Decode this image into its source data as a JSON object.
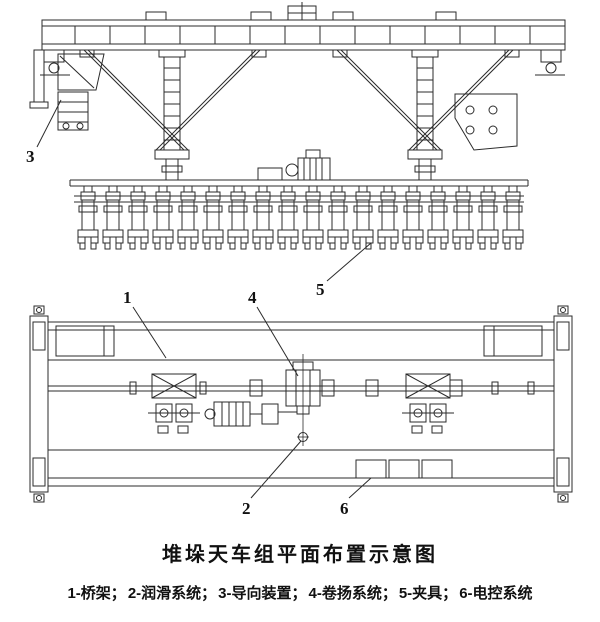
{
  "figure": {
    "title": "堆垛天车组平面布置示意图",
    "legend_items": [
      "1-桥架；",
      "2-润滑系统；",
      "3-导向装置；",
      "4-卷扬系统；",
      "5-夹具；",
      "6-电控系统"
    ],
    "callouts": {
      "bridge": "1",
      "lubrication": "2",
      "guide": "3",
      "hoist": "4",
      "clamp": "5",
      "electric": "6"
    }
  }
}
